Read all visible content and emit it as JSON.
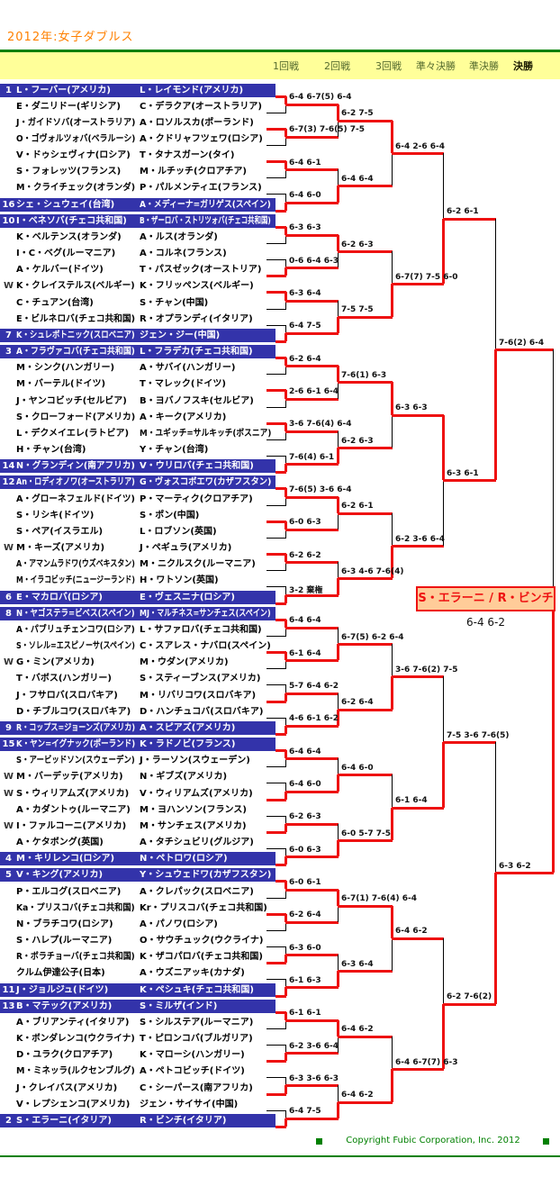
{
  "header": {
    "title": "2012年:女子ダブルス",
    "rounds": [
      "1回戦",
      "2回戦",
      "3回戦",
      "準々決勝",
      "準決勝",
      "決勝"
    ]
  },
  "colors": {
    "accent_red": "#EE1111",
    "seed_bar_blue": "#3333AA",
    "band_yellow": "#FFFF99",
    "rule_green": "#008000",
    "title_orange": "#FF8000",
    "line_black": "#000000",
    "champion_box_bg": "#FFCC99"
  },
  "teams": [
    {
      "mark": "1",
      "players": [
        "L・フーバー(アメリカ)",
        "L・レイモンド(アメリカ)"
      ]
    },
    {
      "mark": "",
      "players": [
        "E・ダニリドー(ギリシア)",
        "C・デラクア(オーストラリア)"
      ]
    },
    {
      "mark": "",
      "players": [
        "J・ガイドソバ(オーストラリア)",
        "A・ロソルスカ(ポーランド)"
      ]
    },
    {
      "mark": "",
      "players": [
        "O・ゴヴォルツォバ(ベラルーシ)",
        "A・クドリャフツェワ(ロシア)"
      ]
    },
    {
      "mark": "",
      "players": [
        "V・ドゥシェヴィナ(ロシア)",
        "T・タナスガーン(タイ)"
      ]
    },
    {
      "mark": "",
      "players": [
        "S・フォレッツ(フランス)",
        "M・ルチッチ(クロアチア)"
      ]
    },
    {
      "mark": "",
      "players": [
        "M・クライチェック(オランダ)",
        "P・パルメンティエ(フランス)"
      ]
    },
    {
      "mark": "16",
      "players": [
        "シェ・シュウェイ(台湾)",
        "A・メディーナ=ガリゲス(スペイン)"
      ]
    },
    {
      "mark": "10",
      "players": [
        "I・ベネソバ(チェコ共和国)",
        "B・ザーロバ・ストリツォバ(チェコ共和国)"
      ]
    },
    {
      "mark": "",
      "players": [
        "K・ベルテンス(オランダ)",
        "A・ルス(オランダ)"
      ]
    },
    {
      "mark": "",
      "players": [
        "I・C・ベグ(ルーマニア)",
        "A・コルネ(フランス)"
      ]
    },
    {
      "mark": "",
      "players": [
        "A・ケルバー(ドイツ)",
        "T・パスゼック(オーストリア)"
      ]
    },
    {
      "mark": "W",
      "players": [
        "K・クレイステルス(ベルギー)",
        "K・フリッペンス(ベルギー)"
      ]
    },
    {
      "mark": "",
      "players": [
        "C・チュアン(台湾)",
        "S・チャン(中国)"
      ]
    },
    {
      "mark": "",
      "players": [
        "E・ビルネロバ(チェコ共和国)",
        "R・オプランディ(イタリア)"
      ]
    },
    {
      "mark": "7",
      "players": [
        "K・シュレボトニック(スロベニア)",
        "ジェン・ジー(中国)"
      ]
    },
    {
      "mark": "3",
      "players": [
        "A・フラヴァコバ(チェコ共和国)",
        "L・フラデカ(チェコ共和国)"
      ]
    },
    {
      "mark": "",
      "players": [
        "M・シンク(ハンガリー)",
        "A・サバイ(ハンガリー)"
      ]
    },
    {
      "mark": "",
      "players": [
        "M・バーテル(ドイツ)",
        "T・マレック(ドイツ)"
      ]
    },
    {
      "mark": "",
      "players": [
        "J・ヤンコビッチ(セルビア)",
        "B・ヨバノフスキ(セルビア)"
      ]
    },
    {
      "mark": "",
      "players": [
        "S・クローフォード(アメリカ)",
        "A・キーク(アメリカ)"
      ]
    },
    {
      "mark": "",
      "players": [
        "L・デクメイエレ(ラトビア)",
        "M・ユギッチ=サルキッチ(ボスニア)"
      ]
    },
    {
      "mark": "",
      "players": [
        "H・チャン(台湾)",
        "Y・チャン(台湾)"
      ]
    },
    {
      "mark": "14",
      "players": [
        "N・グランディン(南アフリカ)",
        "V・ウリロバ(チェコ共和国)"
      ]
    },
    {
      "mark": "12",
      "players": [
        "An・ロディオノワ(オーストラリア)",
        "G・ヴォスコボエワ(カザフスタン)"
      ]
    },
    {
      "mark": "",
      "players": [
        "A・グローネフェルド(ドイツ)",
        "P・マーティク(クロアチア)"
      ]
    },
    {
      "mark": "",
      "players": [
        "S・リシキ(ドイツ)",
        "S・ポン(中国)"
      ]
    },
    {
      "mark": "",
      "players": [
        "S・ペア(イスラエル)",
        "L・ロブソン(英国)"
      ]
    },
    {
      "mark": "W",
      "players": [
        "M・キーズ(アメリカ)",
        "J・ペギュラ(アメリカ)"
      ]
    },
    {
      "mark": "",
      "players": [
        "A・アマンムラドワ(ウズベキスタン)",
        "M・ニクルスク(ルーマニア)"
      ]
    },
    {
      "mark": "",
      "players": [
        "M・イラコビッチ(ニュージーランド)",
        "H・ワトソン(英国)"
      ]
    },
    {
      "mark": "6",
      "players": [
        "E・マカロバ(ロシア)",
        "E・ヴェスニナ(ロシア)"
      ]
    },
    {
      "mark": "8",
      "players": [
        "N・ヤゴステラ=ビベス(スペイン)",
        "MJ・マルチネス=サンチェス(スペイン)"
      ]
    },
    {
      "mark": "",
      "players": [
        "A・パブリュチェンコワ(ロシア)",
        "L・サファロバ(チェコ共和国)"
      ]
    },
    {
      "mark": "",
      "players": [
        "S・ソレル=エスピノーサ(スペイン)",
        "C・スアレス・ナバロ(スペイン)"
      ]
    },
    {
      "mark": "W",
      "players": [
        "G・ミン(アメリカ)",
        "M・ウダン(アメリカ)"
      ]
    },
    {
      "mark": "",
      "players": [
        "T・バボス(ハンガリー)",
        "S・スティーブンス(アメリカ)"
      ]
    },
    {
      "mark": "",
      "players": [
        "J・フサロバ(スロバキア)",
        "M・リバリコワ(スロバキア)"
      ]
    },
    {
      "mark": "",
      "players": [
        "D・チブルコワ(スロバキア)",
        "D・ハンチュコバ(スロバキア)"
      ]
    },
    {
      "mark": "9",
      "players": [
        "R・コップス=ジョーンズ(アメリカ)",
        "A・スピアズ(アメリカ)"
      ]
    },
    {
      "mark": "15",
      "players": [
        "K・ヤン=イグナック(ポーランド)",
        "K・ラドノビ(フランス)"
      ]
    },
    {
      "mark": "",
      "players": [
        "S・アービッドソン(スウェーデン)",
        "J・ラーソン(スウェーデン)"
      ]
    },
    {
      "mark": "W",
      "players": [
        "M・バーデッテ(アメリカ)",
        "N・ギブズ(アメリカ)"
      ]
    },
    {
      "mark": "W",
      "players": [
        "S・ウィリアムズ(アメリカ)",
        "V・ウィリアムズ(アメリカ)"
      ]
    },
    {
      "mark": "",
      "players": [
        "A・カダントゥ(ルーマニア)",
        "M・ヨハンソン(フランス)"
      ]
    },
    {
      "mark": "W",
      "players": [
        "I・ファルコーニ(アメリカ)",
        "M・サンチェス(アメリカ)"
      ]
    },
    {
      "mark": "",
      "players": [
        "A・ケタボング(英国)",
        "A・タチシュビリ(グルジア)"
      ]
    },
    {
      "mark": "4",
      "players": [
        "M・キリレンコ(ロシア)",
        "N・ペトロワ(ロシア)"
      ]
    },
    {
      "mark": "5",
      "players": [
        "V・キング(アメリカ)",
        "Y・シュウェドワ(カザフスタン)"
      ]
    },
    {
      "mark": "",
      "players": [
        "P・エルコグ(スロベニア)",
        "A・クレパック(スロベニア)"
      ]
    },
    {
      "mark": "",
      "players": [
        "Ka・プリスコバ(チェコ共和国)",
        "Kr・プリスコバ(チェコ共和国)"
      ]
    },
    {
      "mark": "",
      "players": [
        "N・ブラチコワ(ロシア)",
        "A・パノワ(ロシア)"
      ]
    },
    {
      "mark": "",
      "players": [
        "S・ハレプ(ルーマニア)",
        "O・サウチュック(ウクライナ)"
      ]
    },
    {
      "mark": "",
      "players": [
        "R・ボラチョーバ(チェコ共和国)",
        "K・ザコパロバ(チェコ共和国)"
      ]
    },
    {
      "mark": "",
      "players": [
        "クルム伊達公子(日本)",
        "A・ウズニアッキ(カナダ)"
      ]
    },
    {
      "mark": "11",
      "players": [
        "J・ジョルジュ(ドイツ)",
        "K・ペシュキ(チェコ共和国)"
      ]
    },
    {
      "mark": "13",
      "players": [
        "B・マテック(アメリカ)",
        "S・ミルザ(インド)"
      ]
    },
    {
      "mark": "",
      "players": [
        "A・ブリアンティ(イタリア)",
        "S・シルステア(ルーマニア)"
      ]
    },
    {
      "mark": "",
      "players": [
        "K・ボンダレンコ(ウクライナ)",
        "T・ピロンコバ(ブルガリア)"
      ]
    },
    {
      "mark": "",
      "players": [
        "D・ユラク(クロアチア)",
        "K・マローシ(ハンガリー)"
      ]
    },
    {
      "mark": "",
      "players": [
        "M・ミネッラ(ルクセンブルグ)",
        "A・ペトコビッチ(ドイツ)"
      ]
    },
    {
      "mark": "",
      "players": [
        "J・クレイバス(アメリカ)",
        "C・シーパース(南アフリカ)"
      ]
    },
    {
      "mark": "",
      "players": [
        "V・レプシェンコ(アメリカ)",
        "ジェン・サイサイ(中国)"
      ]
    },
    {
      "mark": "2",
      "players": [
        "S・エラーニ(イタリア)",
        "R・ビンチ(イタリア)"
      ]
    }
  ],
  "results": {
    "rounds": [
      {
        "scores": [
          "6-4 6-7(5) 6-4",
          "6-7(3) 7-6(5) 7-5",
          "6-4 6-1",
          "6-4 6-0",
          "6-3 6-3",
          "0-6 6-4 6-3",
          "6-3 6-4",
          "6-4 7-5",
          "6-2 6-4",
          "2-6 6-1 6-4",
          "3-6 7-6(4) 6-4",
          "7-6(4) 6-1",
          "7-6(5) 3-6 6-4",
          "6-0 6-3",
          "6-2 6-2",
          "3-2 棄権",
          "6-4 6-4",
          "6-1 6-4",
          "5-7 6-4 6-2",
          "4-6 6-1 6-2",
          "6-4 6-4",
          "6-4 6-0",
          "6-2 6-3",
          "6-0 6-3",
          "6-0 6-1",
          "6-2 6-4",
          "6-3 6-0",
          "6-1 6-3",
          "6-1 6-1",
          "6-2 3-6 6-4",
          "6-3 3-6 6-3",
          "6-4 7-5"
        ],
        "winners": [
          0,
          0,
          0,
          1,
          0,
          1,
          0,
          1,
          0,
          0,
          0,
          1,
          0,
          0,
          0,
          1,
          0,
          0,
          1,
          1,
          0,
          1,
          1,
          1,
          0,
          0,
          1,
          1,
          0,
          1,
          1,
          1
        ]
      },
      {
        "scores": [
          "6-2 7-5",
          "6-4 6-4",
          "6-2 6-3",
          "7-5 7-5",
          "7-6(1) 6-3",
          "6-2 6-3",
          "6-2 6-1",
          "6-3 4-6 7-6(4)",
          "6-7(5) 6-2 6-4",
          "6-2 6-4",
          "6-4 6-0",
          "6-0 5-7 7-5",
          "6-7(1) 7-6(4) 6-4",
          "6-3 6-4",
          "6-4 6-2",
          "6-4 6-2"
        ],
        "winners": [
          0,
          1,
          0,
          1,
          0,
          1,
          0,
          1,
          1,
          1,
          1,
          1,
          0,
          1,
          0,
          1
        ]
      },
      {
        "scores": [
          "6-4 2-6 6-4",
          "6-7(7) 7-5 6-0",
          "6-3 6-3",
          "6-2 3-6 6-4",
          "3-6 7-6(2) 7-5",
          "6-1 6-4",
          "6-4 6-2",
          "6-4 6-7(7) 6-3"
        ],
        "winners": [
          0,
          1,
          0,
          1,
          1,
          1,
          0,
          1
        ]
      },
      {
        "scores": [
          "6-2 6-1",
          "6-3 6-1",
          "7-5 3-6 7-6(5)",
          "6-2 7-6(2)"
        ],
        "winners": [
          1,
          0,
          1,
          1
        ]
      },
      {
        "scores": [
          "7-6(2) 6-4",
          "6-3 6-2"
        ],
        "winners": [
          1,
          1
        ]
      },
      {
        "scores": [
          "6-4 6-2"
        ],
        "winners": [
          1
        ]
      }
    ]
  },
  "champion": {
    "names": "S・エラーニ / R・ビンチ",
    "score": "6-4 6-2"
  },
  "footer": {
    "copyright": "Copyright Fubic Corporation, Inc. 2012"
  }
}
